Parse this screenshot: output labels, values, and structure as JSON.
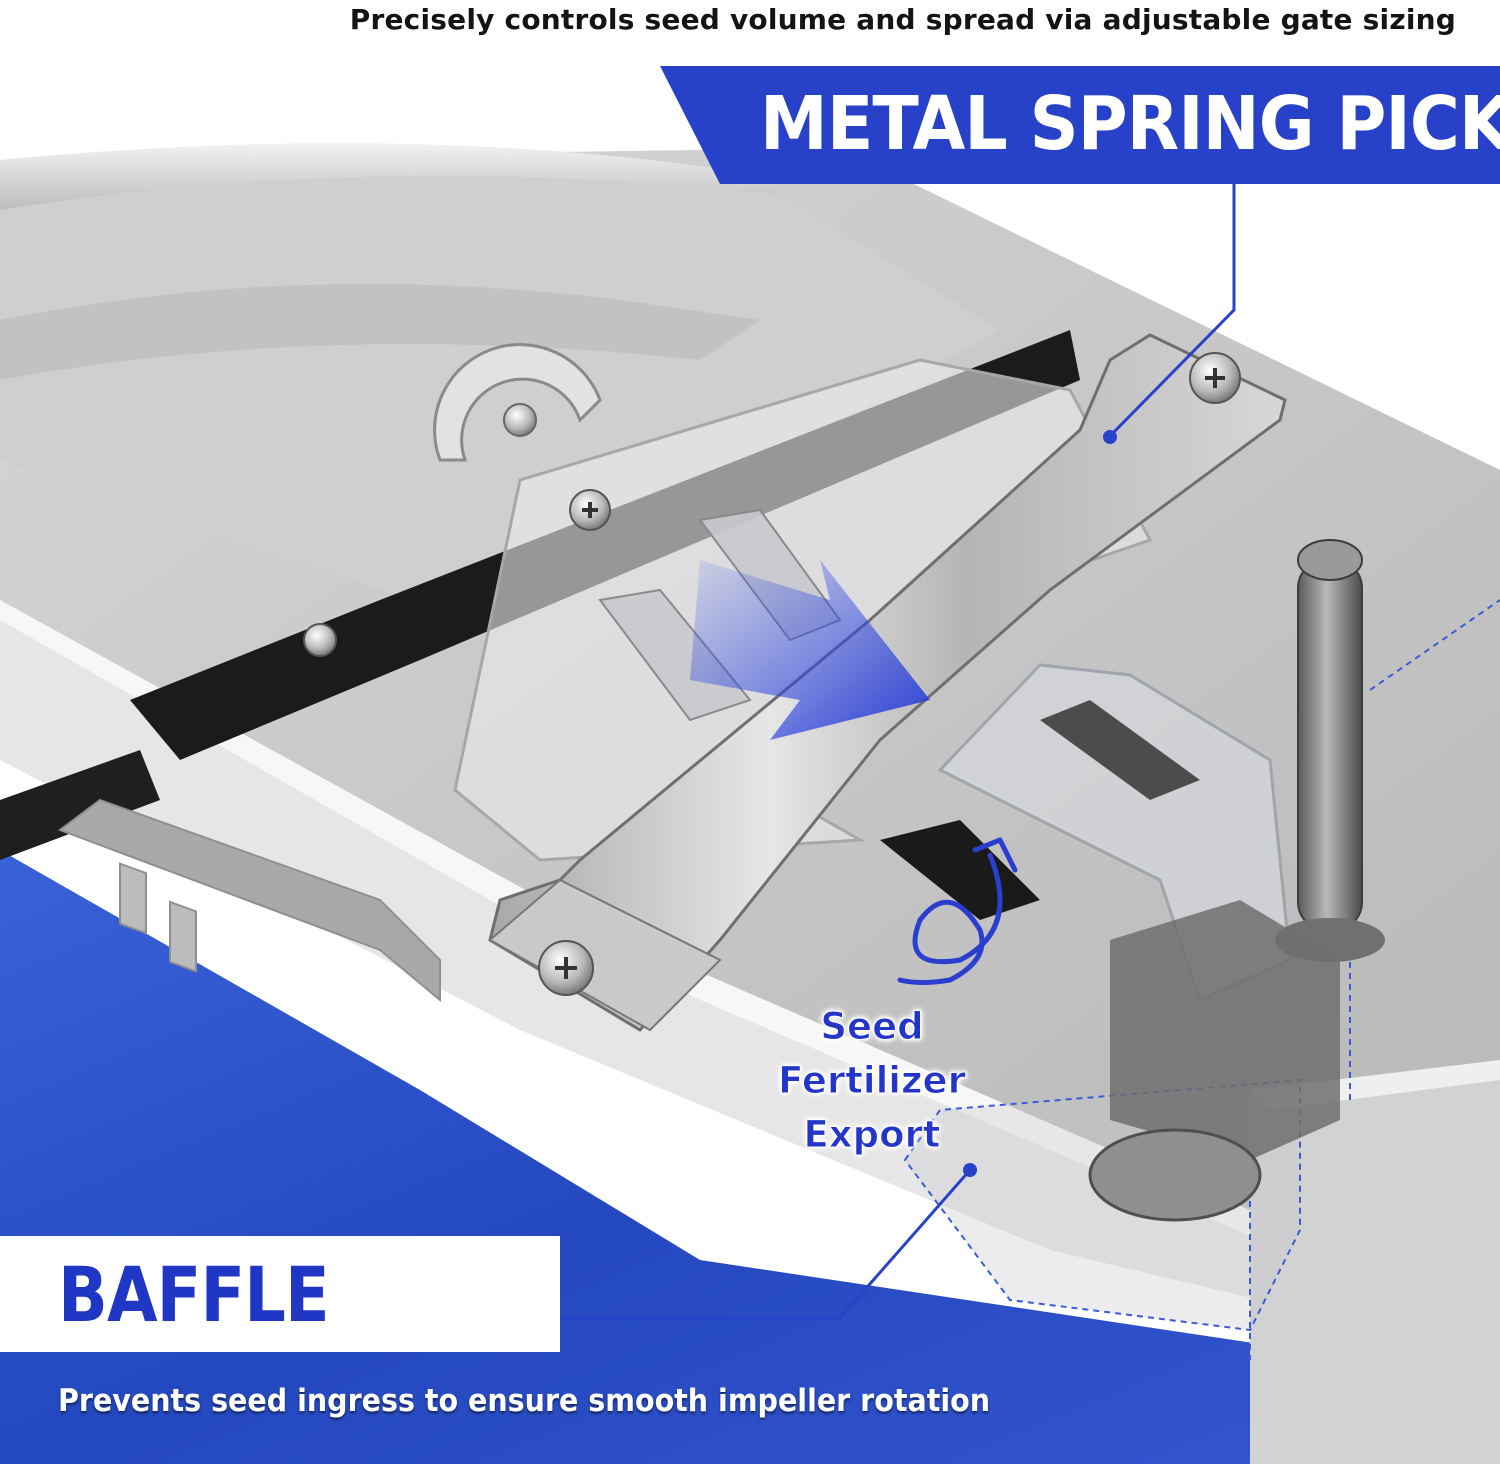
{
  "header": {
    "caption": "Precisely controls seed volume and spread via adjustable gate sizing"
  },
  "callouts": {
    "metal_spring_pick": "METAL SPRING PICK",
    "seed_fertilizer_export": "Seed Fertilizer\nExport",
    "baffle": "BAFFLE"
  },
  "footer": {
    "caption": "Prevents seed ingress to ensure smooth impeller rotation"
  },
  "colors": {
    "accent_blue": "#2742c8",
    "fabric_blue": "#2d53c9",
    "label_blue": "#2436c9",
    "metal_light": "#d9d9d9",
    "metal_dark": "#8c8c8c"
  },
  "icons": {
    "arrow_direction": "big-blue-arrow-icon",
    "curl_arrow": "curl-arrow-icon"
  }
}
